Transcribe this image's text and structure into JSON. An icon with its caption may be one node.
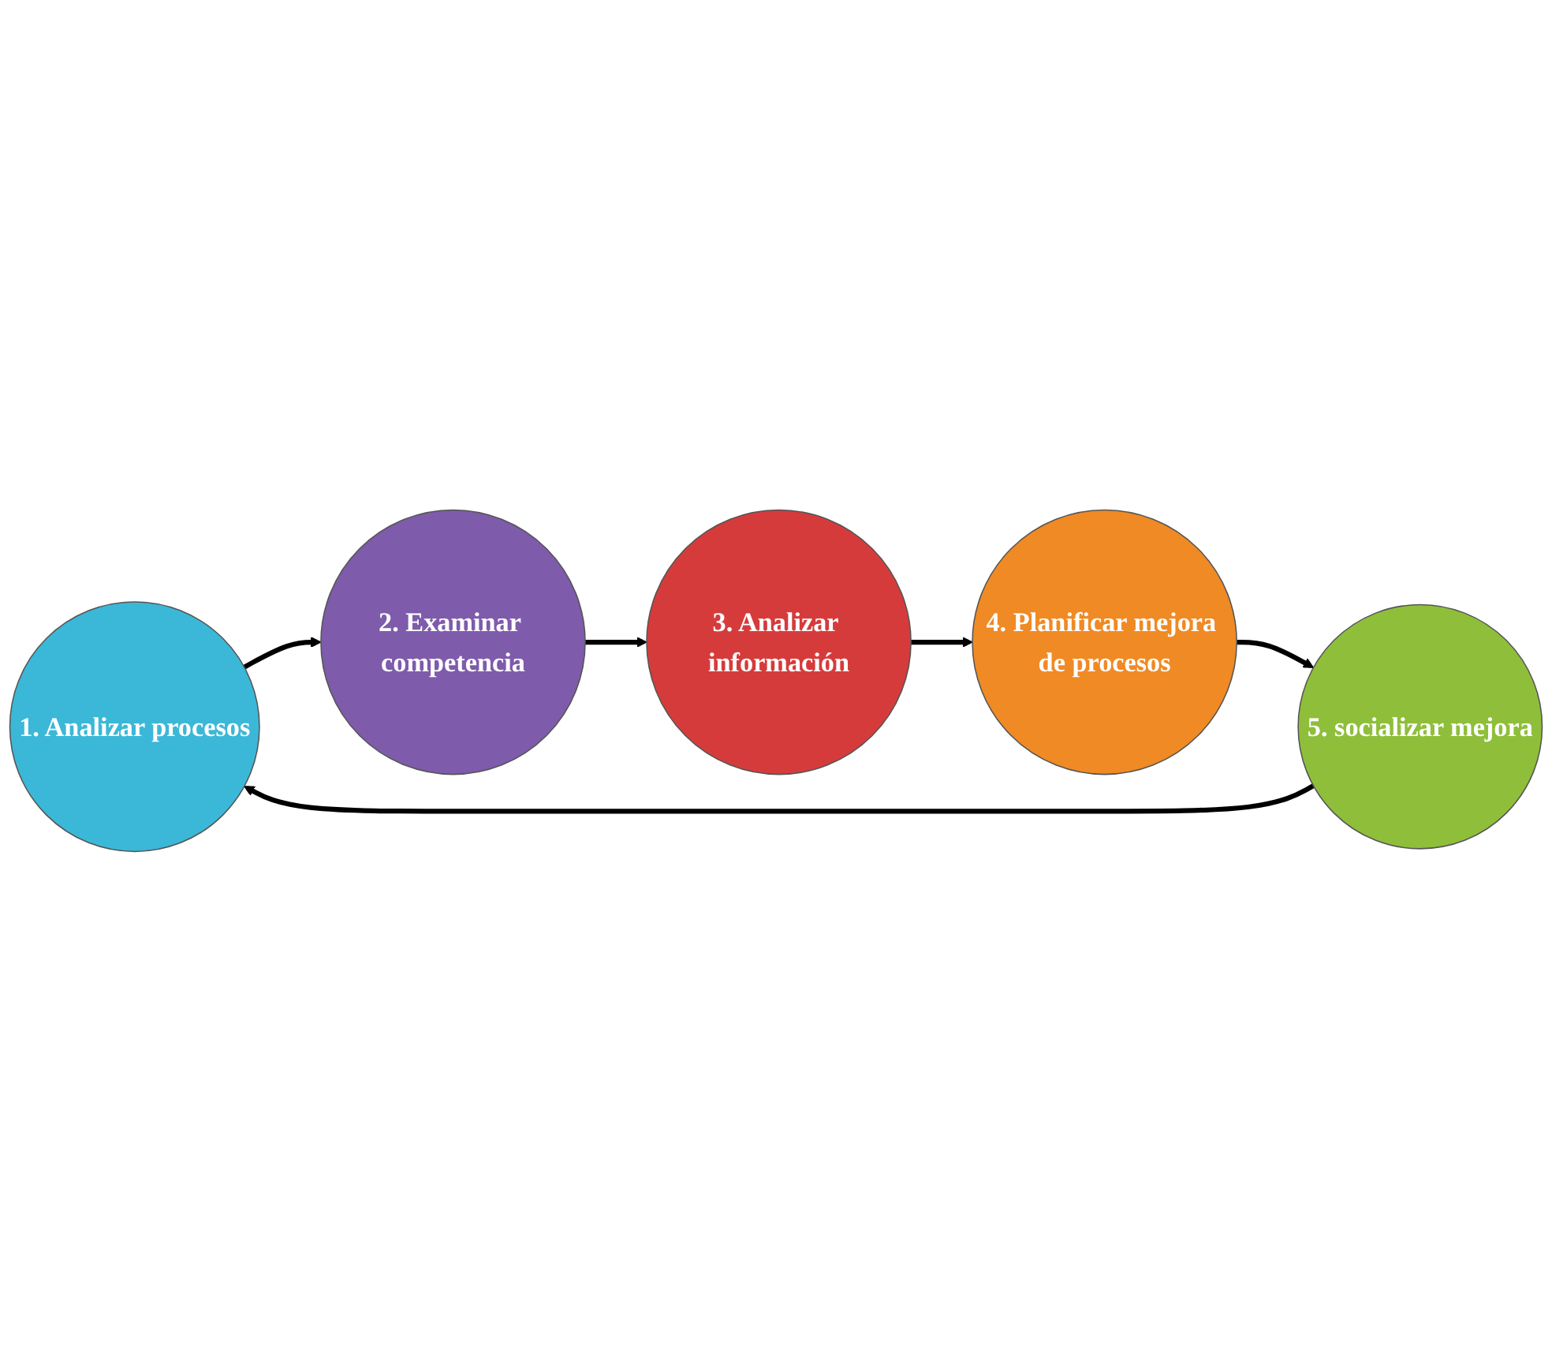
{
  "diagram": {
    "nodes": [
      {
        "text": [
          "1. Analizar procesos"
        ]
      },
      {
        "text": [
          "2. Examinar competencia"
        ]
      },
      {
        "text": [
          "3. Analizar información"
        ]
      },
      {
        "text": [
          "4. Planificar mejora de procesos"
        ]
      },
      {
        "text": [
          "5. socializar mejora"
        ]
      }
    ],
    "edges": [
      {
        "from": 0,
        "to": 1,
        "arrow": "to"
      },
      {
        "from": 1,
        "to": 2,
        "arrow": "to"
      },
      {
        "from": 2,
        "to": 3,
        "arrow": "to"
      },
      {
        "from": 3,
        "to": 4,
        "arrow": "to"
      },
      {
        "from": 4,
        "to": 0,
        "arrow": "to"
      }
    ]
  }
}
